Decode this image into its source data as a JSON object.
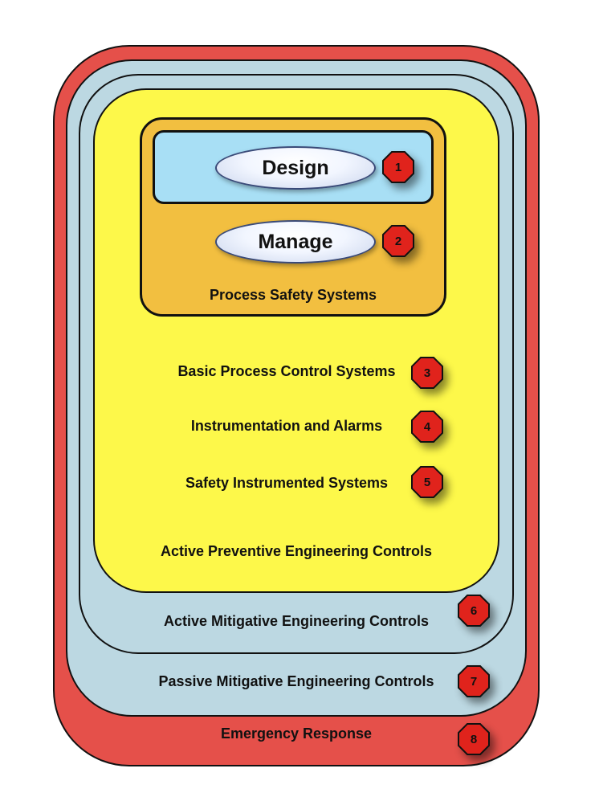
{
  "layers": {
    "emergency_response": "Emergency Response",
    "passive_mitigative": "Passive Mitigative Engineering Controls",
    "active_mitigative": "Active Mitigative Engineering Controls",
    "active_preventive": "Active Preventive Engineering Controls",
    "process_safety_systems": "Process Safety Systems"
  },
  "ovals": {
    "design": "Design",
    "manage": "Manage"
  },
  "items": {
    "basic_process_control": "Basic Process Control Systems",
    "instrumentation_alarms": "Instrumentation and Alarms",
    "safety_instrumented": "Safety Instrumented Systems"
  },
  "badges": [
    "1",
    "2",
    "3",
    "4",
    "5",
    "6",
    "7",
    "8"
  ],
  "colors": {
    "emergency": "#e5504a",
    "mitigative": "#bcd8e2",
    "preventive": "#fdf84a",
    "process_safety": "#f2bf40",
    "design_box": "#a8dff5",
    "badge": "#e0231c"
  }
}
